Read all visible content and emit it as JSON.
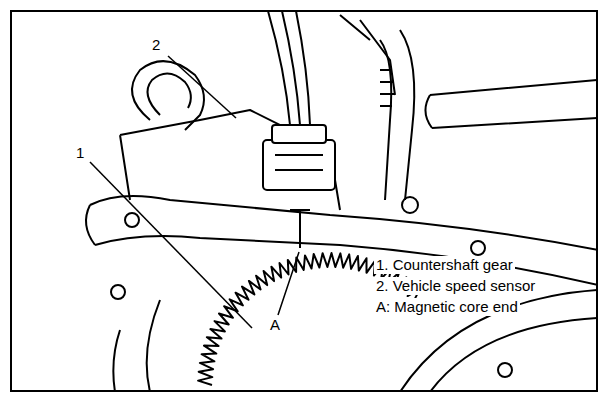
{
  "diagram": {
    "labels": [
      "2",
      "1",
      "A",
      "1. Countershaft gear",
      "2. Vehicle speed sensor",
      "A: Magnetic core end"
    ]
  }
}
